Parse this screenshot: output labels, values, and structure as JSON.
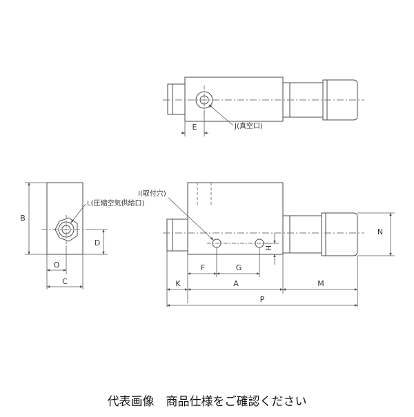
{
  "labels": {
    "J": "J(真空口)",
    "I": "I(取付穴)",
    "L": "L(圧縮空気供給口)",
    "B": "B",
    "D": "D",
    "O": "O",
    "C": "C",
    "E": "E",
    "F": "F",
    "G": "G",
    "H": "H",
    "K": "K",
    "A": "A",
    "M": "M",
    "N": "N",
    "P": "P"
  },
  "caption": "代表画像　商品仕様をご確認ください",
  "colors": {
    "line": "#4a4a4a",
    "dim": "#555555",
    "body": "#ffffff"
  }
}
